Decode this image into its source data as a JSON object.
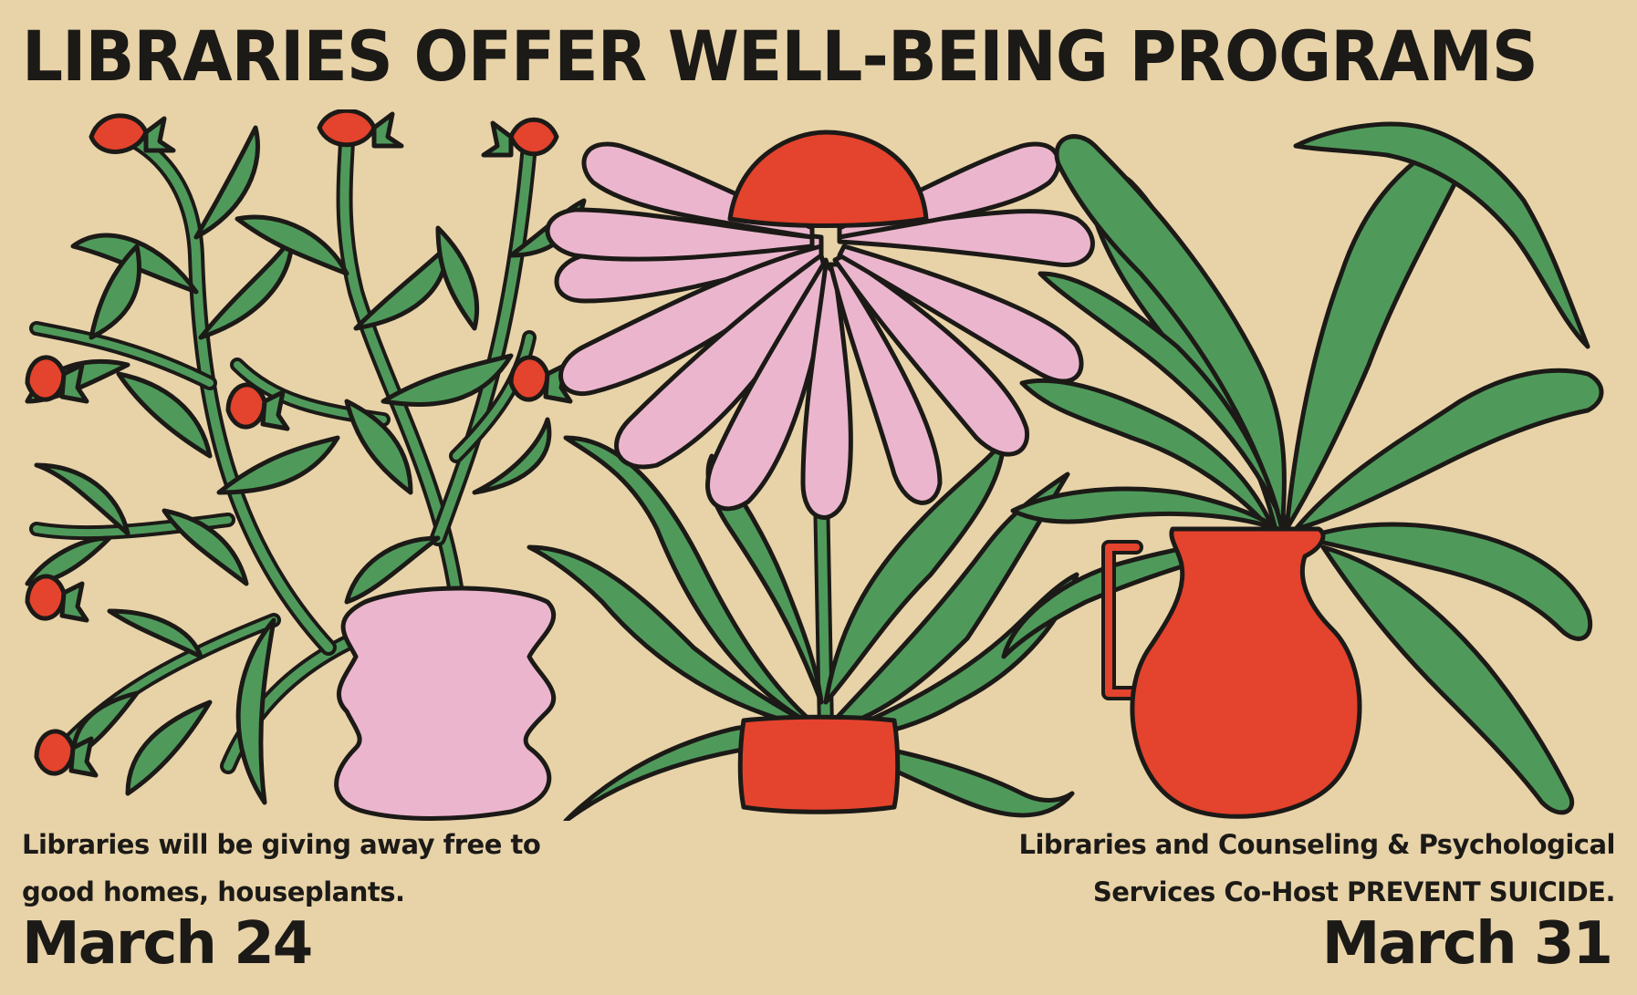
{
  "poster": {
    "headline": "LIBRARIES OFFER WELL-BEING PROGRAMS",
    "left_event": {
      "description_line1": "Libraries will be giving away free to",
      "description_line2": "good homes, houseplants.",
      "date": "March 24"
    },
    "right_event": {
      "description_line1": "Libraries and Counseling & Psychological",
      "description_line2": "Services Co-Host PREVENT SUICIDE.",
      "date": "March 31"
    }
  },
  "illustration": {
    "icons": [
      "rose-plant-icon",
      "coneflower-icon",
      "leafy-plant-pitcher-icon"
    ]
  },
  "colors": {
    "background": "#e8d3a8",
    "leaf_green": "#4f9a5b",
    "pink": "#ebb6cd",
    "red": "#e4432d",
    "outline": "#1c1a17"
  }
}
